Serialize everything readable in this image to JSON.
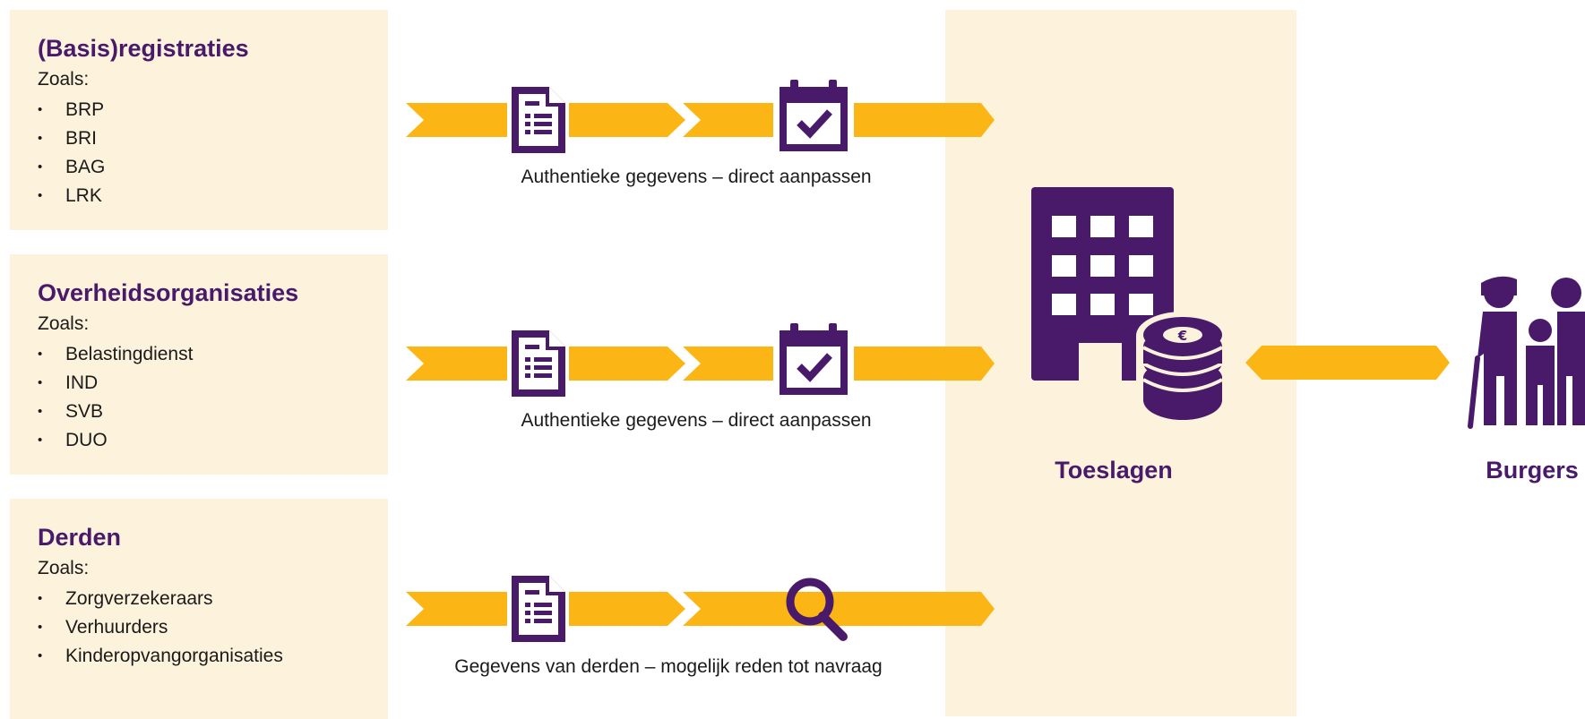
{
  "panels": [
    {
      "title": "(Basis)registraties",
      "intro": "Zoals:",
      "items": [
        "BRP",
        "BRI",
        "BAG",
        "LRK"
      ]
    },
    {
      "title": "Overheidsorganisaties",
      "intro": "Zoals:",
      "items": [
        "Belastingdienst",
        "IND",
        "SVB",
        "DUO"
      ]
    },
    {
      "title": "Derden",
      "intro": "Zoals:",
      "items": [
        "Zorgverzekeraars",
        "Verhuurders",
        "Kinderopvangorganisaties"
      ]
    }
  ],
  "flows": [
    {
      "caption": "Authentieke gegevens – direct aanpassen",
      "icons": [
        "document-icon",
        "calendar-check-icon"
      ]
    },
    {
      "caption": "Authentieke gegevens – direct aanpassen",
      "icons": [
        "document-icon",
        "calendar-check-icon"
      ]
    },
    {
      "caption": "Gegevens van derden – mogelijk reden tot navraag",
      "icons": [
        "document-icon",
        "magnifier-icon"
      ]
    }
  ],
  "toeslagen": {
    "label": "Toeslagen",
    "icon": "building-coins-icon"
  },
  "burgers": {
    "label": "Burgers",
    "icon": "family-icon"
  },
  "colors": {
    "purple": "#4a1a6a",
    "arrow": "#fbb616",
    "panel": "#fdf3dc",
    "text": "#1a1a1a"
  }
}
